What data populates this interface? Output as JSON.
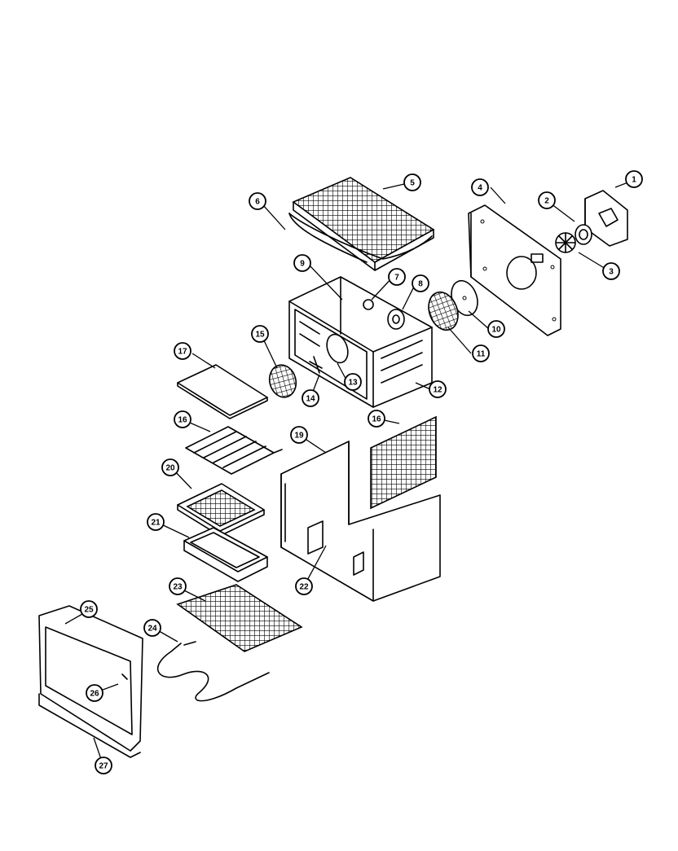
{
  "diagram": {
    "title": "Oven cavity exploded parts view",
    "callouts": [
      {
        "id": "1",
        "label": "1"
      },
      {
        "id": "2",
        "label": "2"
      },
      {
        "id": "3",
        "label": "3"
      },
      {
        "id": "4",
        "label": "4"
      },
      {
        "id": "5",
        "label": "5"
      },
      {
        "id": "6a",
        "label": "6"
      },
      {
        "id": "7",
        "label": "7"
      },
      {
        "id": "8",
        "label": "8"
      },
      {
        "id": "9",
        "label": "9"
      },
      {
        "id": "10",
        "label": "10"
      },
      {
        "id": "11",
        "label": "11"
      },
      {
        "id": "12",
        "label": "12"
      },
      {
        "id": "13",
        "label": "13"
      },
      {
        "id": "14",
        "label": "14"
      },
      {
        "id": "15",
        "label": "15"
      },
      {
        "id": "16a",
        "label": "16"
      },
      {
        "id": "16b",
        "label": "16"
      },
      {
        "id": "17",
        "label": "17"
      },
      {
        "id": "19",
        "label": "19"
      },
      {
        "id": "20",
        "label": "20"
      },
      {
        "id": "21",
        "label": "21"
      },
      {
        "id": "22",
        "label": "22"
      },
      {
        "id": "23",
        "label": "23"
      },
      {
        "id": "24",
        "label": "24"
      },
      {
        "id": "25",
        "label": "25"
      },
      {
        "id": "26",
        "label": "26"
      },
      {
        "id": "27",
        "label": "27"
      }
    ]
  }
}
